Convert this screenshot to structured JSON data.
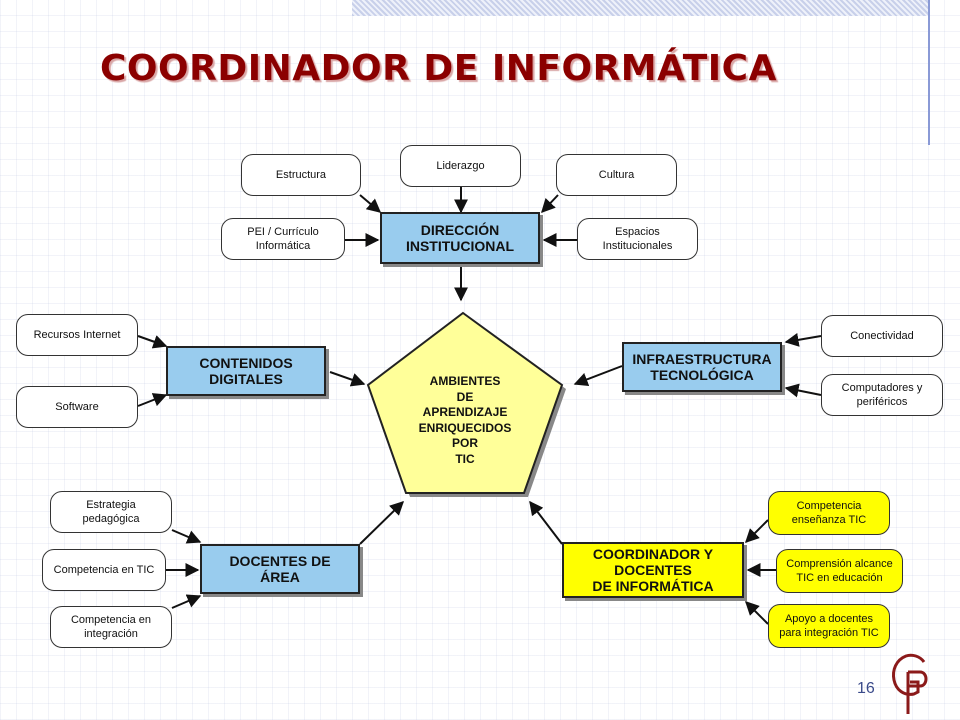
{
  "slide": {
    "title": "COORDINADOR DE INFORMÁTICA",
    "page_number": "16",
    "colors": {
      "title": "#8b0000",
      "hub_blue": "#99ccee",
      "yellow": "#ffff00",
      "center": "#ffff99"
    }
  },
  "diagram": {
    "center": {
      "text": "AMBIENTES\nDE\nAPRENDIZAJE\nENRIQUECIDOS\nPOR\nTIC"
    },
    "hubs": {
      "direccion": "DIRECCIÓN\nINSTITUCIONAL",
      "contenidos": "CONTENIDOS\nDIGITALES",
      "infraestructura": "INFRAESTRUCTURA\nTECNOLÓGICA",
      "docentes": "DOCENTES DE\nÁREA",
      "coordinador": "COORDINADOR Y\nDOCENTES\nDE INFORMÁTICA"
    },
    "nodes": {
      "estructura": "Estructura",
      "liderazgo": "Liderazgo",
      "cultura": "Cultura",
      "pei": "PEI / Currículo\nInformática",
      "espacios": "Espacios\nInstitucionales",
      "recursos": "Recursos Internet",
      "software": "Software",
      "conectividad": "Conectividad",
      "computadores": "Computadores y\nperiféricos",
      "estrategia": "Estrategia\npedagógica",
      "competencia_tic": "Competencia en TIC",
      "competencia_integracion": "Competencia en\nintegración",
      "competencia_ensenanza": "Competencia\nenseñanza TIC",
      "comprension": "Comprensión alcance\nTIC en educación",
      "apoyo": "Apoyo a docentes\npara integración TIC"
    }
  }
}
